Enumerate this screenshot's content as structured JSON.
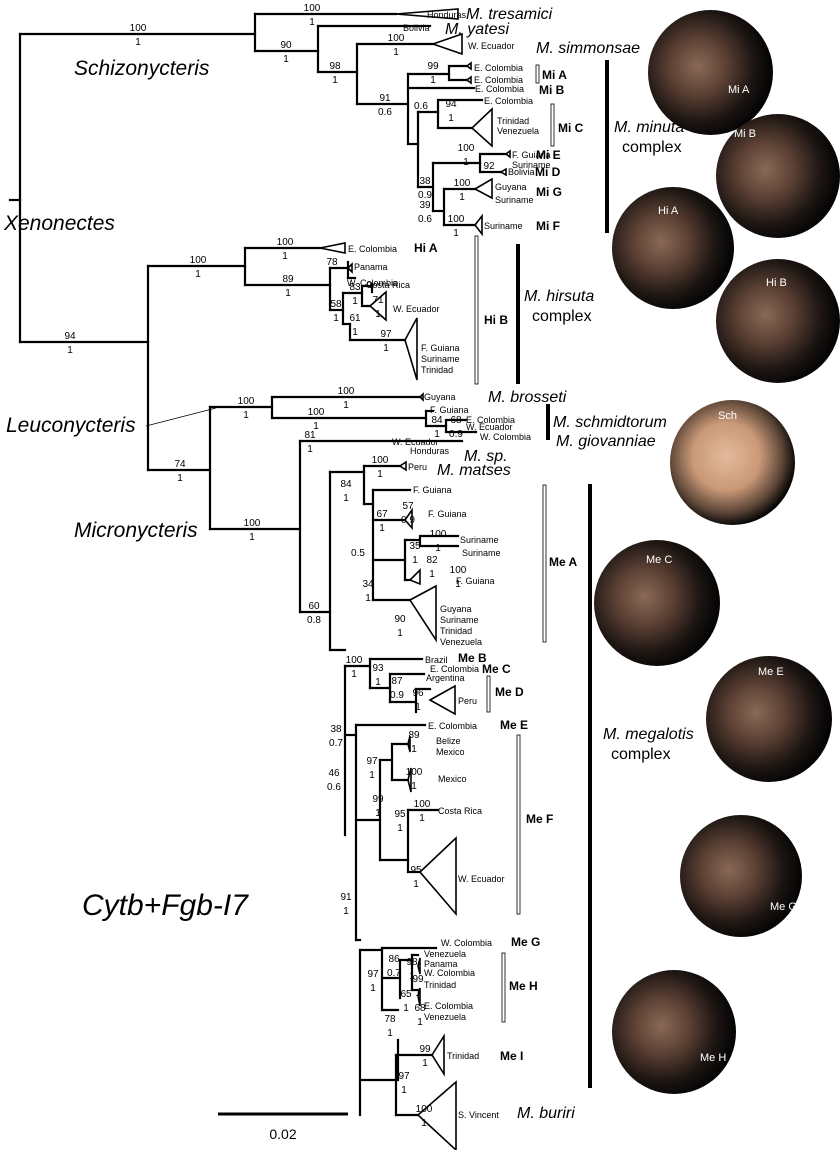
{
  "scale_label": "0.02",
  "watermark": "Cytb+Fgb-I7",
  "genus": {
    "schizonycteris": "Schizonycteris",
    "xenonectes": "Xenonectes",
    "leuconycteris": "Leuconycteris",
    "micronycteris": "Micronycteris"
  },
  "nodes": {
    "schiz_s": [
      "100",
      "1"
    ],
    "tres": [
      "100",
      "1"
    ],
    "yat": [
      "90",
      "1"
    ],
    "sim": [
      "100",
      "1"
    ],
    "mi98": [
      "98",
      "1"
    ],
    "miA": [
      "99",
      "1"
    ],
    "mi91": [
      "91",
      "0.6"
    ],
    "miC_t": [
      "94",
      "1"
    ],
    "miC_0": [
      "0.6",
      ""
    ],
    "miED": [
      "100",
      "1"
    ],
    "miD": [
      "92",
      ""
    ],
    "mi38": [
      "38",
      "0.9"
    ],
    "mi39": [
      "39",
      "0.6"
    ],
    "miG": [
      "100",
      "1"
    ],
    "miF": [
      "100",
      "1"
    ],
    "root94": [
      "94",
      "1"
    ],
    "xen": [
      "100",
      "1"
    ],
    "hiA": [
      "100",
      "1"
    ],
    "hi89": [
      "89",
      "1"
    ],
    "hi78": [
      "78",
      ""
    ],
    "hi58": [
      "58",
      "1"
    ],
    "hi83": [
      "83",
      "1"
    ],
    "hi71": [
      "71",
      "1"
    ],
    "hi61": [
      "61",
      "1"
    ],
    "hi97": [
      "97",
      "1"
    ],
    "m74": [
      "74",
      "1"
    ],
    "leu": [
      "100",
      "1"
    ],
    "bro": [
      "100",
      "1"
    ],
    "sch": [
      "100",
      "1"
    ],
    "sch84": [
      "84",
      "1"
    ],
    "sch68": [
      "68",
      "0.9"
    ],
    "mic": [
      "100",
      "1"
    ],
    "gio": [
      "81",
      "1"
    ],
    "mat": [
      "100",
      "1"
    ],
    "me60": [
      "60",
      "0.8"
    ],
    "me84": [
      "84",
      "1"
    ],
    "me67": [
      "67",
      "1"
    ],
    "me57": [
      "57",
      "0.9"
    ],
    "me05": [
      "0.5",
      ""
    ],
    "me35": [
      "35",
      "1"
    ],
    "me100a": [
      "100",
      "1"
    ],
    "me82": [
      "82",
      "1"
    ],
    "me100b": [
      "100",
      "1"
    ],
    "me34": [
      "34",
      "1"
    ],
    "me90": [
      "90",
      "1"
    ],
    "meB": [
      "100",
      "1"
    ],
    "me93": [
      "93",
      "1"
    ],
    "me87": [
      "87",
      "0.9"
    ],
    "me96": [
      "96",
      "1"
    ],
    "me38": [
      "38",
      "0.7"
    ],
    "me46": [
      "46",
      "0.6"
    ],
    "me99": [
      "99",
      "1"
    ],
    "me97": [
      "97",
      "1"
    ],
    "me89": [
      "89",
      "1"
    ],
    "me100c": [
      "100",
      "1"
    ],
    "me95": [
      "95",
      "1"
    ],
    "me100d": [
      "100",
      "1"
    ],
    "me95b": [
      "95",
      "1"
    ],
    "me91": [
      "91",
      "1"
    ],
    "me86": [
      "86",
      "0.7"
    ],
    "me98": [
      "98",
      "1"
    ],
    "me99b": [
      "99",
      "1"
    ],
    "me65": [
      "65",
      "1"
    ],
    "me68": [
      "68",
      "1"
    ],
    "me97b": [
      "97",
      "1"
    ],
    "me78": [
      "78",
      "1"
    ],
    "me99c": [
      "99",
      "1"
    ],
    "me97c": [
      "97",
      "1"
    ],
    "me100e": [
      "100",
      "1"
    ]
  },
  "tips": {
    "honduras1": "Honduras",
    "bolivia1": "Bolivia",
    "wecu_sim": "W. Ecuador",
    "ecol1": "E. Colombia",
    "ecol2": "E. Colombia",
    "ecol3": "E. Colombia",
    "ecol4": "E. Colombia",
    "trinven": [
      "Trinidad",
      "Venezuela"
    ],
    "fgsur": [
      "F. Guiana",
      "Suriname"
    ],
    "bolivia2": "Bolivia",
    "guysur": [
      "Guyana",
      "Suriname"
    ],
    "suriname1": "Suriname",
    "ecol_hiA": "E. Colombia",
    "panama1": "Panama",
    "wcol1": "W. Colombia",
    "costarica1": "Costa Rica",
    "wecu1": "W. Ecuador",
    "fgsurtri": [
      "F. Guiana",
      "Suriname",
      "Trinidad"
    ],
    "guyana1": "Guyana",
    "fg_sch": "F. Guiana",
    "ecol_sch": "E. Colombia",
    "wecu_sch": "W. Ecuador",
    "wcol_sch": "W. Colombia",
    "wecu_gio": "W. Ecuador",
    "honduras2": "Honduras",
    "peru1": "Peru",
    "fg1": "F. Guiana",
    "fg2": "F. Guiana",
    "sur1": "Suriname",
    "sur2": "Suriname",
    "fg3": "F. Guiana",
    "guysurtriven": [
      "Guyana",
      "Suriname",
      "Trinidad",
      "Venezuela"
    ],
    "brazil": "Brazil",
    "ecol_meC": "E. Colombia",
    "argentina": "Argentina",
    "peru2": "Peru",
    "ecol_meE": "E. Colombia",
    "belmex": [
      "Belize",
      "Mexico"
    ],
    "mexico": "Mexico",
    "costarica2": "Costa Rica",
    "wecu_meF": "W. Ecuador",
    "wcol_meG": "W. Colombia",
    "venezuela": "Venezuela",
    "panama2": "Panama",
    "wcol_meH": "W. Colombia",
    "trinidad1": "Trinidad",
    "ecolven": [
      "E. Colombia",
      "Venezuela"
    ],
    "trinidad2": "Trinidad",
    "svincent": "S. Vincent"
  },
  "species": {
    "tresamici": "M. tresamici",
    "yatesi": "M. yatesi",
    "simmonsae": "M. simmonsae",
    "brosseti": "M. brosseti",
    "schmidtorum": "M. schmidtorum",
    "giovanniae": "M. giovanniae",
    "sp": "M. sp.",
    "matses": "M. matses",
    "buriri": "M. buriri"
  },
  "clades": {
    "miA": "Mi A",
    "miB": "Mi B",
    "miC": "Mi C",
    "miE": "Mi E",
    "miD": "Mi D",
    "miG": "Mi G",
    "miF": "Mi F",
    "hiA": "Hi A",
    "hiB": "Hi B",
    "meA": "Me A",
    "meB": "Me B",
    "meC": "Me C",
    "meD": "Me D",
    "meE": "Me E",
    "meF": "Me F",
    "meG": "Me G",
    "meH": "Me H",
    "meI": "Me I"
  },
  "complexes": {
    "minuta": [
      "M. minuta",
      "complex"
    ],
    "hirsuta": [
      "M. hirsuta",
      "complex"
    ],
    "megalotis": [
      "M. megalotis",
      "complex"
    ]
  },
  "photos": [
    "Mi A",
    "Mi B",
    "Hi A",
    "Hi B",
    "Sch",
    "Me C",
    "Me E",
    "Me G",
    "Me H"
  ]
}
